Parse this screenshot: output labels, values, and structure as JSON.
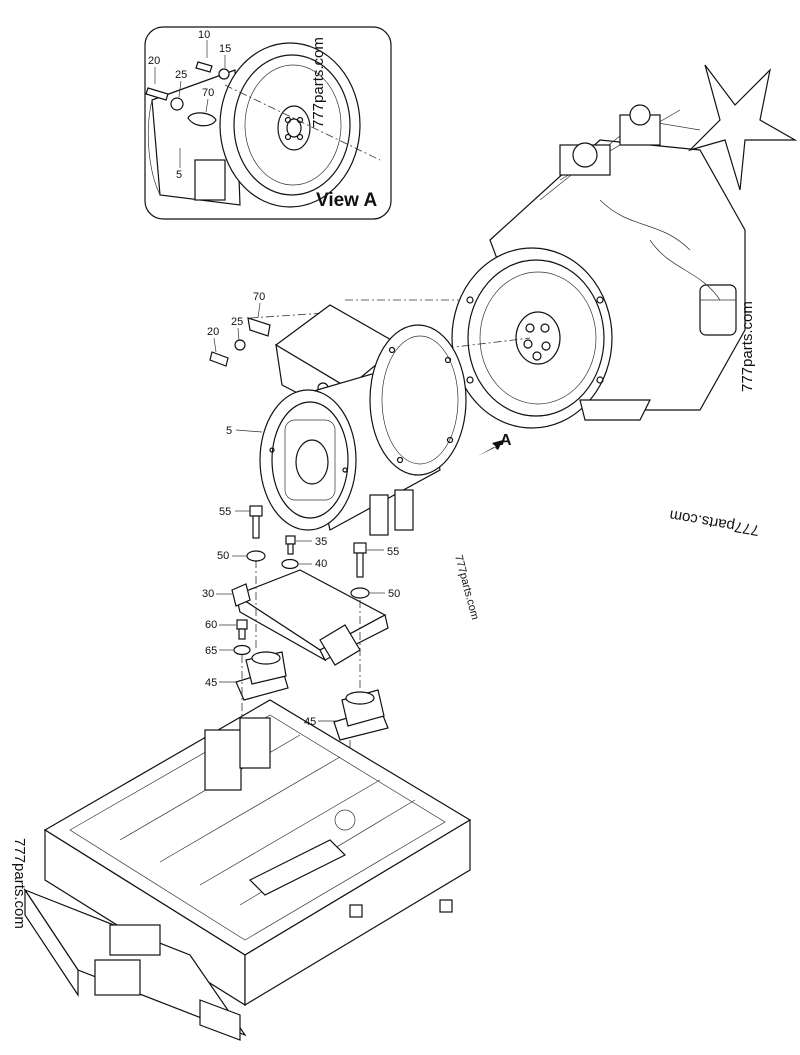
{
  "inset": {
    "title": "View A",
    "callouts": [
      "10",
      "15",
      "20",
      "25",
      "70",
      "5"
    ]
  },
  "callouts": {
    "c70": "70",
    "c25": "25",
    "c20": "20",
    "c5": "5",
    "c55a": "55",
    "c35": "35",
    "c50a": "50",
    "c40": "40",
    "c55b": "55",
    "c30": "30",
    "c50b": "50",
    "c60": "60",
    "c65": "65",
    "c45a": "45",
    "c45b": "45"
  },
  "arrow_label": "A",
  "watermarks": [
    "777parts.com",
    "777parts.com",
    "777parts.com",
    "777parts.com",
    "777parts.com"
  ]
}
